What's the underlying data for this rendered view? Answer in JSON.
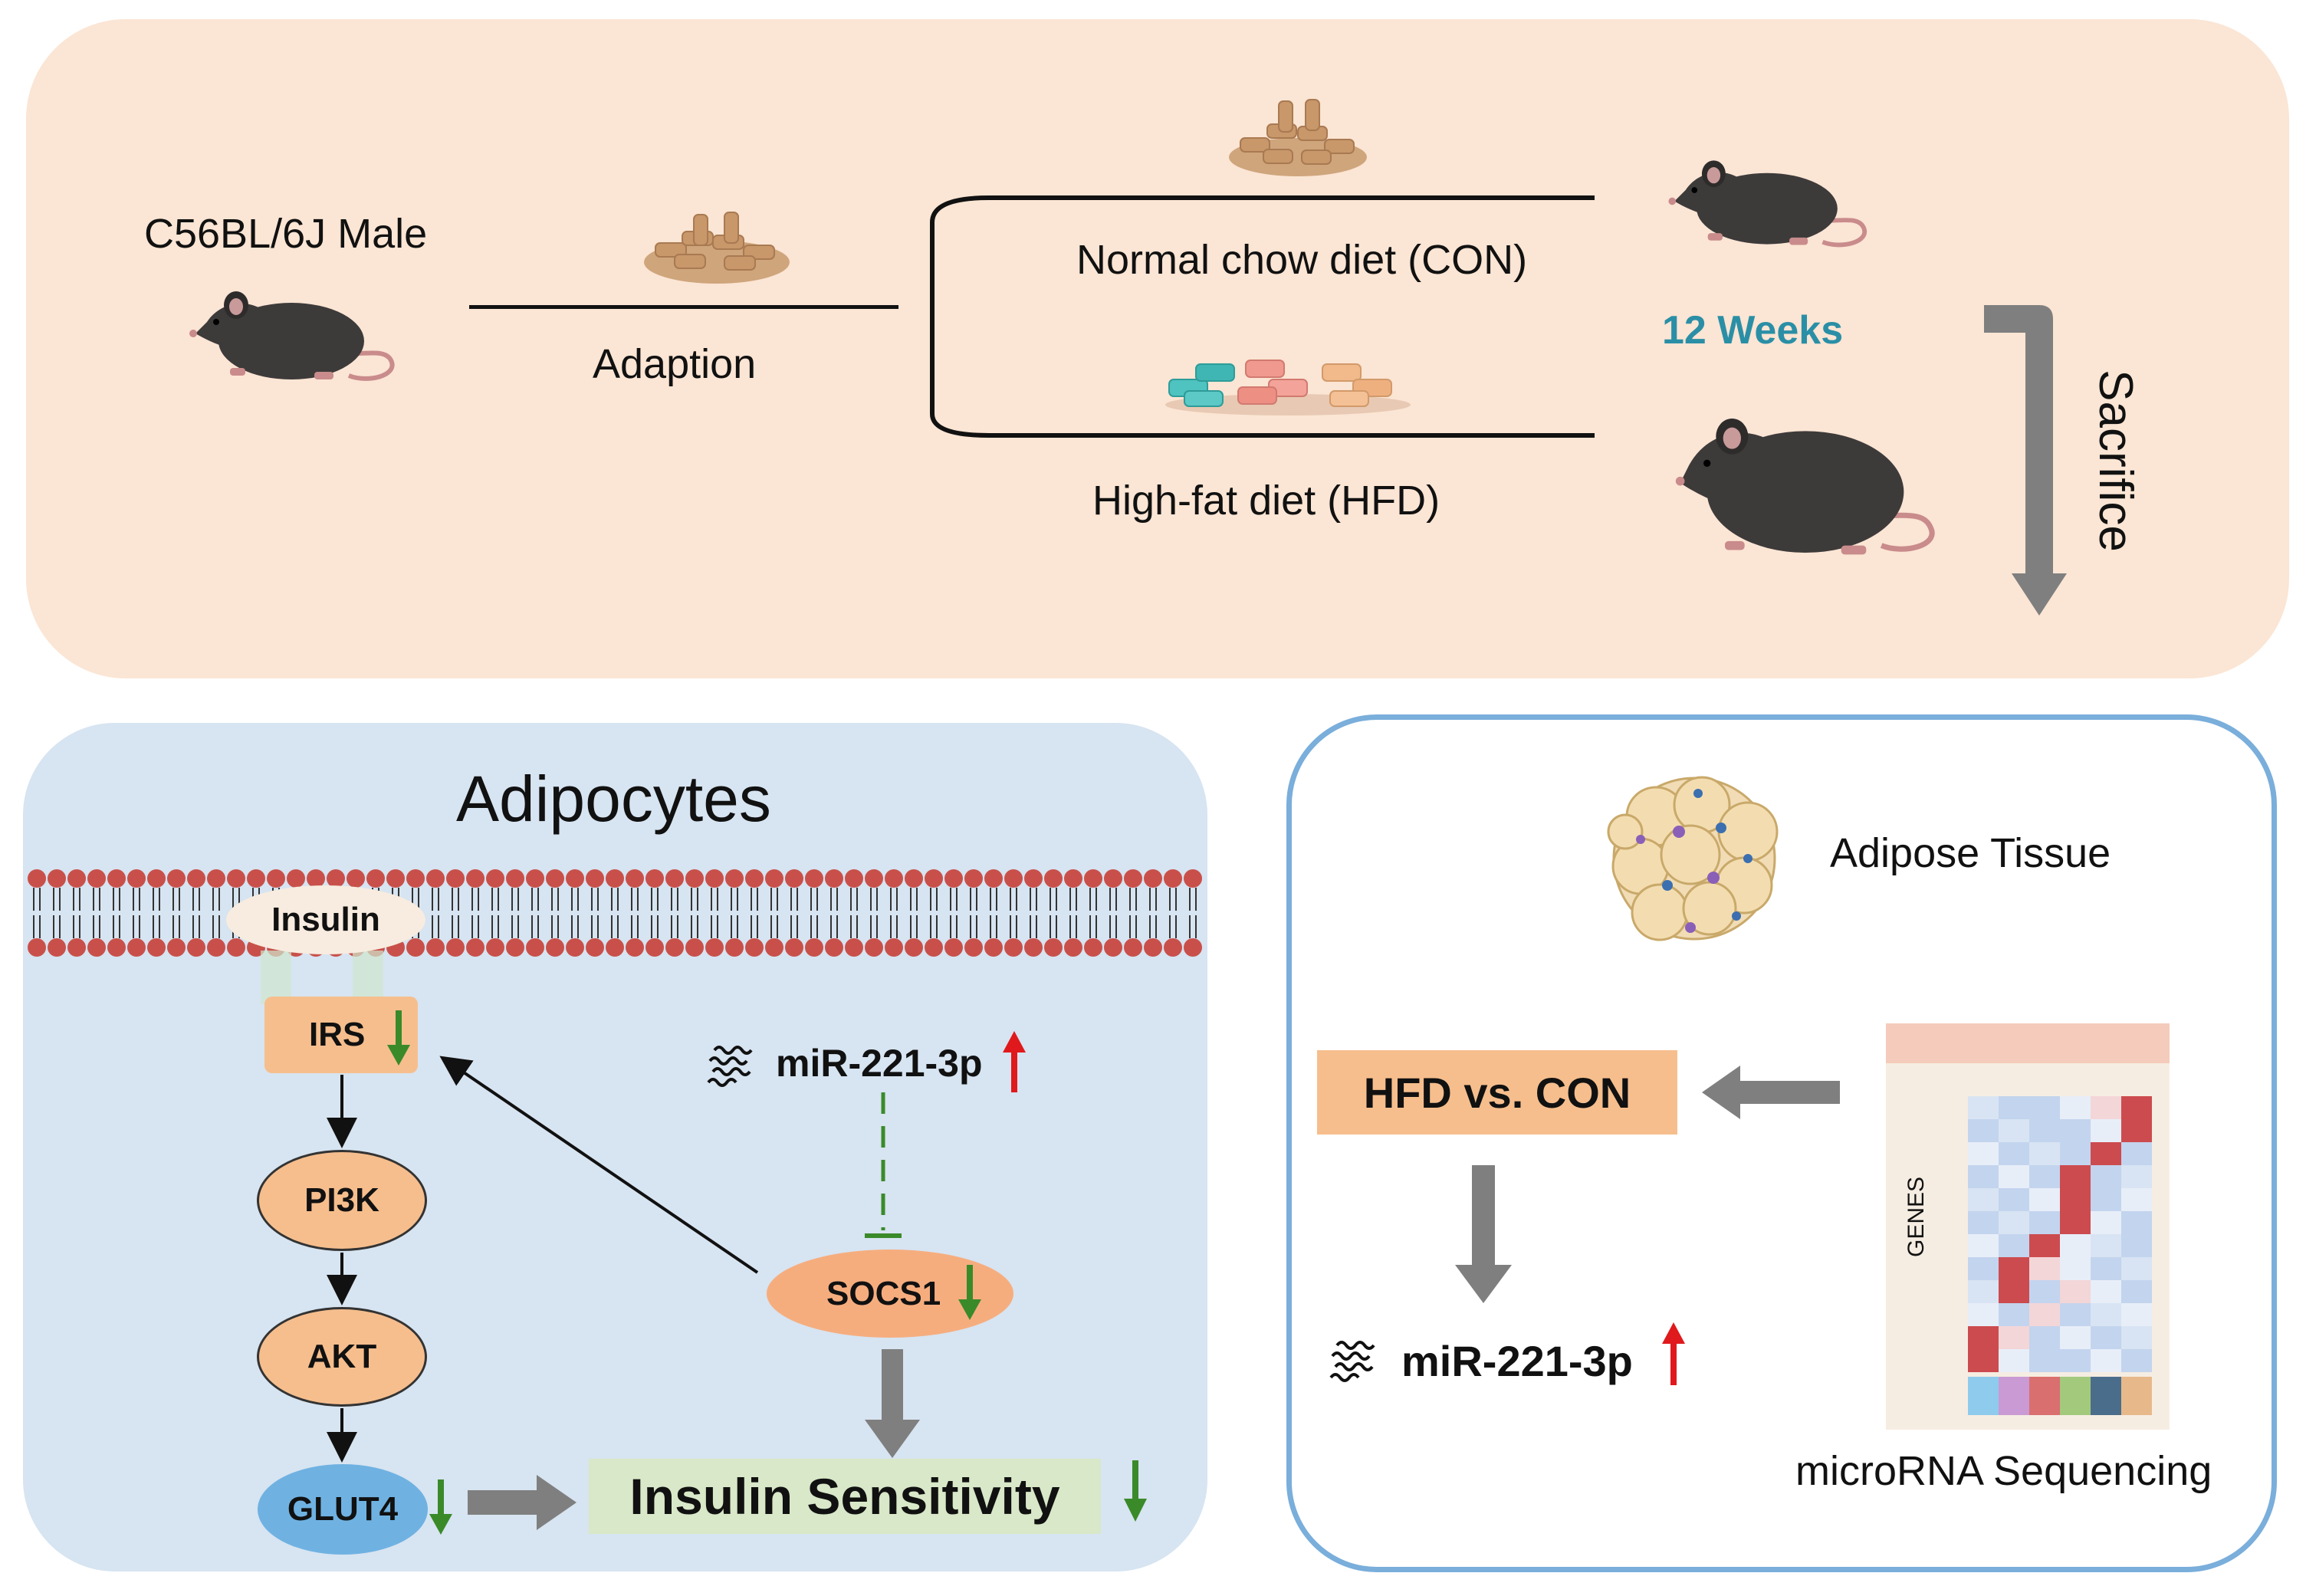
{
  "experiment": {
    "mouse_label": "C56BL/6J Male",
    "adaption_label": "Adaption",
    "con_label": "Normal chow diet (CON)",
    "hfd_label": "High-fat diet (HFD)",
    "duration_label": "12 Weeks",
    "sacrifice_label": "Sacrifice"
  },
  "adipocytes": {
    "title": "Adipocytes",
    "insulin": "Insulin",
    "irs": "IRS",
    "pi3k": "PI3K",
    "akt": "AKT",
    "glut4": "GLUT4",
    "mirna": "miR-221-3p",
    "socs1": "SOCS1",
    "outcome": "Insulin Sensitivity"
  },
  "sequencing": {
    "tissue_label": "Adipose Tissue",
    "comparison": "HFD vs. CON",
    "result_mirna": "miR-221-3p",
    "heatmap_axis": "GENES",
    "method_label": "microRNA Sequencing"
  },
  "colors": {
    "top_panel": "#fbe5d4",
    "adipocyte_panel": "#d7e4f1",
    "sequencing_border": "#7aaedb",
    "node_orange": "#f6be8d",
    "glut4_blue": "#6fb2e2",
    "outcome_green": "#d8e8c8",
    "up_arrow": "#e0191c",
    "down_arrow": "#3a8a2a",
    "gray_arrow": "#7f7f7f",
    "weeks_teal": "#2a8fa6"
  }
}
